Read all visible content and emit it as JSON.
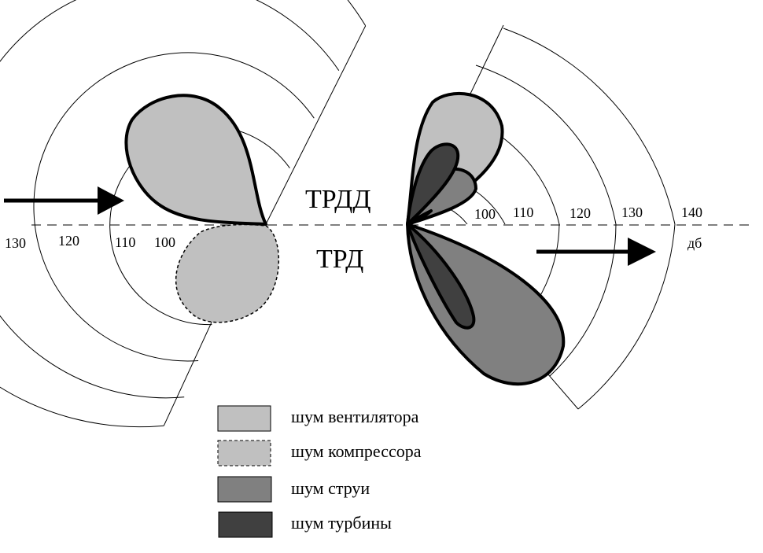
{
  "engines": {
    "top": "ТРДД",
    "bottom": "ТРД"
  },
  "scales": {
    "left": [
      "130",
      "120",
      "110",
      "100"
    ],
    "right": [
      "100",
      "110",
      "120",
      "130",
      "140"
    ],
    "unit": "дб"
  },
  "colors": {
    "fan": "#c0c0c0",
    "compressor": "#c0c0c0",
    "jet": "#808080",
    "turbine": "#404040"
  },
  "legend": [
    {
      "key": "fan",
      "label": "шум вентилятора",
      "style": "solid"
    },
    {
      "key": "compressor",
      "label": "шум компрессора",
      "style": "dashed"
    },
    {
      "key": "jet",
      "label": "шум струи",
      "style": "solid"
    },
    {
      "key": "turbine",
      "label": "шум турбины",
      "style": "solid"
    }
  ]
}
